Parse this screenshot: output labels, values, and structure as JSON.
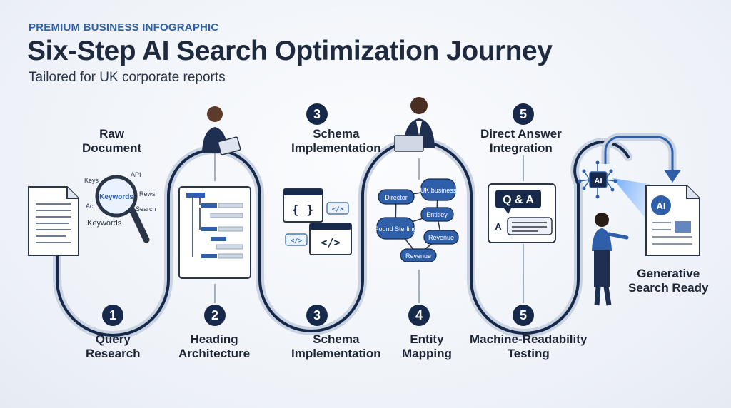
{
  "header": {
    "eyebrow": "PREMIUM BUSINESS INFOGRAPHIC",
    "title": "Six-Step AI Search Optimization Journey",
    "subtitle": "Tailored for UK corporate reports"
  },
  "top_labels": {
    "raw_document": [
      "Raw",
      "Document"
    ],
    "schema": [
      "Schema",
      "Implementation"
    ],
    "direct_answer": [
      "Direct Answer",
      "Integration"
    ],
    "generative": [
      "Generative",
      "Search Ready"
    ]
  },
  "top_numbers": {
    "schema": "3",
    "direct_answer": "5"
  },
  "steps": [
    {
      "number": "1",
      "lines": [
        "Query",
        "Research"
      ]
    },
    {
      "number": "2",
      "lines": [
        "Heading",
        "Architecture"
      ]
    },
    {
      "number": "3",
      "lines": [
        "Schema",
        "Implementation"
      ]
    },
    {
      "number": "4",
      "lines": [
        "Entity",
        "Mapping"
      ]
    },
    {
      "number": "5",
      "lines": [
        "Machine-Readability",
        "Testing"
      ]
    }
  ],
  "keywords_cloud": {
    "center": "Keywords",
    "words": [
      "Keys",
      "API",
      "Rews",
      "Act",
      "Search",
      "Keywords"
    ]
  },
  "code_symbols": [
    "{ }",
    "</>",
    "</>",
    "</>"
  ],
  "entity_nodes": [
    "Director",
    "UK business",
    "Entitiey",
    "Pound Sterling",
    "Revenue",
    "Revenue"
  ],
  "qa_card": {
    "question": "Q & A",
    "answer_letter": "A"
  },
  "ai_badges": {
    "hub": "AI",
    "document": "AI"
  },
  "colors": {
    "navy": "#16294a",
    "blue": "#2f5fa8",
    "accent": "#3f7fd6",
    "track": "#c9d3e2"
  }
}
